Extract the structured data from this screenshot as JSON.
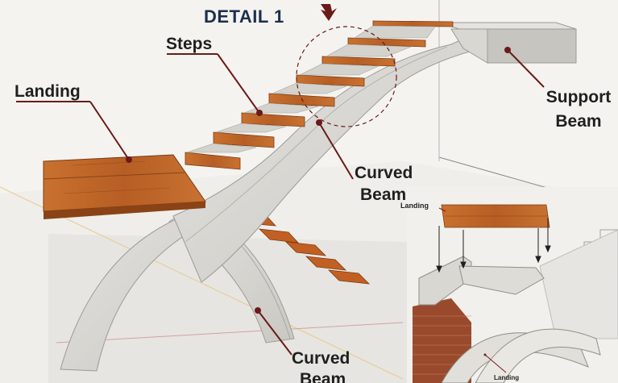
{
  "title": "DETAIL 1",
  "labels": {
    "steps": "Steps",
    "landing": "Landing",
    "support_beam_line1": "Support",
    "support_beam_line2": "Beam",
    "curved_beam_upper_line1": "Curved",
    "curved_beam_upper_line2": "Beam",
    "curved_beam_lower_line1": "Curved",
    "curved_beam_lower_line2": "Beam"
  },
  "inset": {
    "landing_top": "Landing",
    "landing_bottom": "Landing"
  },
  "colors": {
    "title": "#1c2f4f",
    "leader": "#6b1a1a",
    "wood": "#b8612a",
    "wood_dark": "#8a4316",
    "concrete": "#d9d8d3",
    "brick": "#9a4a2c"
  }
}
